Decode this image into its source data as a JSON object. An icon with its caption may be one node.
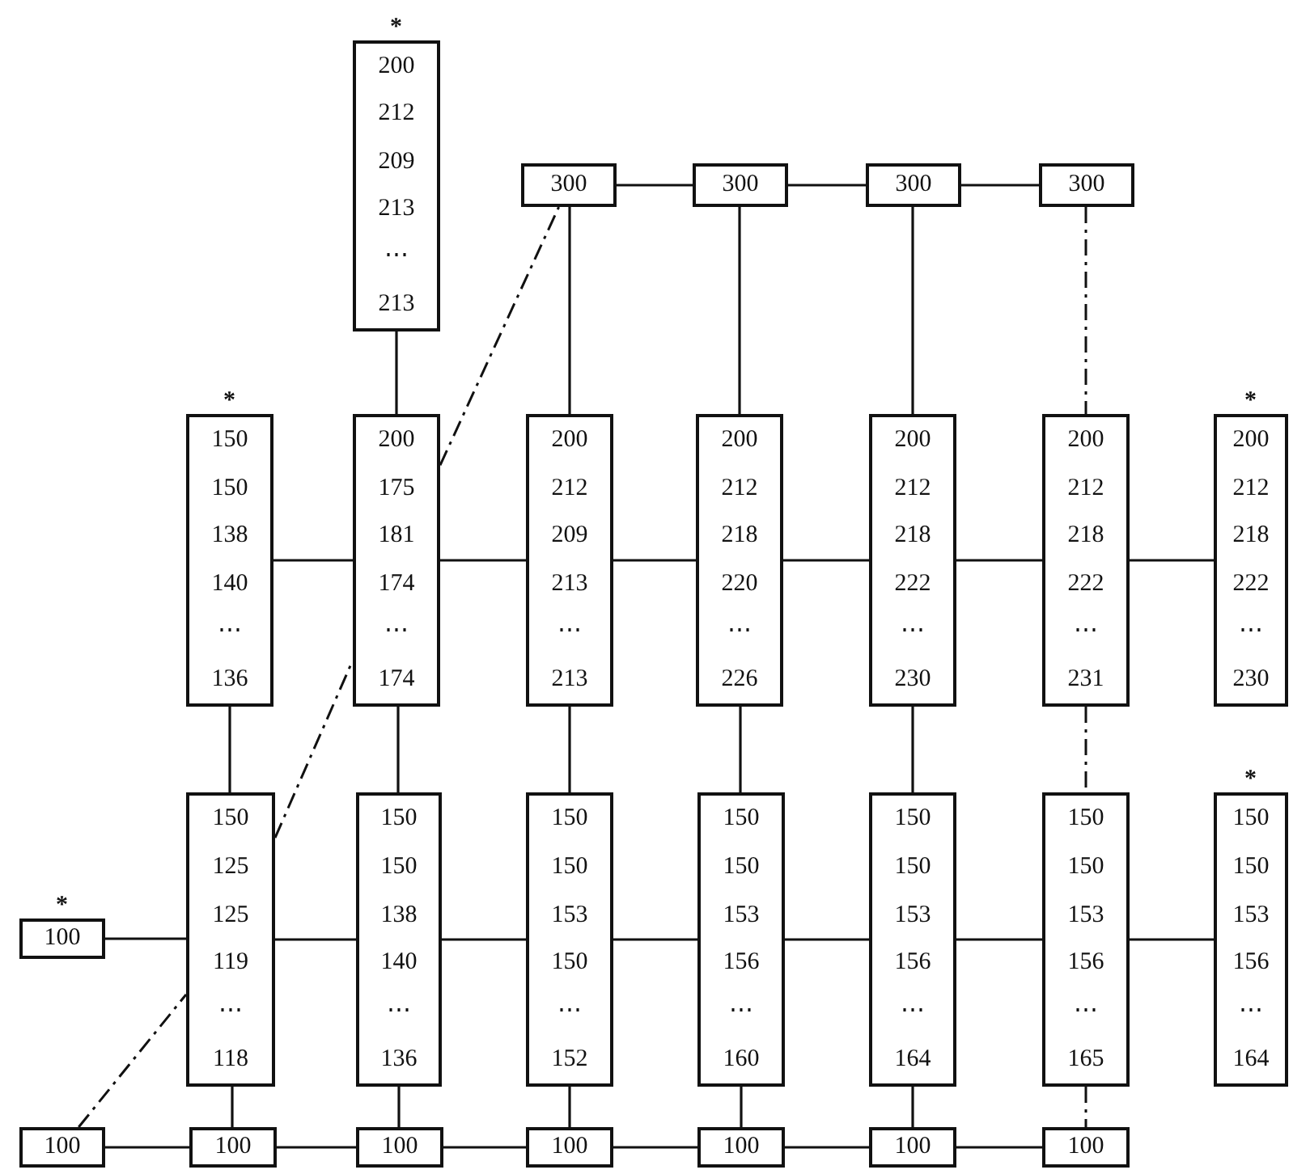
{
  "diagram": {
    "nodes": [
      {
        "text": [
          "200",
          "212",
          "209",
          "213",
          "⋯",
          "213"
        ],
        "beside": [
          "*"
        ]
      },
      {
        "text": [
          "300"
        ]
      },
      {
        "text": [
          "300"
        ]
      },
      {
        "text": [
          "300"
        ]
      },
      {
        "text": [
          "300"
        ]
      },
      {
        "text": [
          "150",
          "150",
          "138",
          "140",
          "⋯",
          "136"
        ],
        "beside": [
          "*"
        ]
      },
      {
        "text": [
          "200",
          "175",
          "181",
          "174",
          "⋯",
          "174"
        ]
      },
      {
        "text": [
          "200",
          "212",
          "209",
          "213",
          "⋯",
          "213"
        ]
      },
      {
        "text": [
          "200",
          "212",
          "218",
          "220",
          "⋯",
          "226"
        ]
      },
      {
        "text": [
          "200",
          "212",
          "218",
          "222",
          "⋯",
          "230"
        ]
      },
      {
        "text": [
          "200",
          "212",
          "218",
          "222",
          "⋯",
          "231"
        ]
      },
      {
        "text": [
          "200",
          "212",
          "218",
          "222",
          "⋯",
          "230"
        ],
        "beside": [
          "*"
        ]
      },
      {
        "text": [
          "150",
          "125",
          "125",
          "119",
          "⋯",
          "118"
        ]
      },
      {
        "text": [
          "150",
          "150",
          "138",
          "140",
          "⋯",
          "136"
        ]
      },
      {
        "text": [
          "150",
          "150",
          "153",
          "150",
          "⋯",
          "152"
        ]
      },
      {
        "text": [
          "150",
          "150",
          "153",
          "156",
          "⋯",
          "160"
        ]
      },
      {
        "text": [
          "150",
          "150",
          "153",
          "156",
          "⋯",
          "164"
        ]
      },
      {
        "text": [
          "150",
          "150",
          "153",
          "156",
          "⋯",
          "165"
        ]
      },
      {
        "text": [
          "150",
          "150",
          "153",
          "156",
          "⋯",
          "164"
        ],
        "beside": [
          "*"
        ]
      },
      {
        "text": [
          "100"
        ],
        "beside": [
          "*"
        ]
      },
      {
        "text": [
          "100"
        ]
      },
      {
        "text": [
          "100"
        ]
      },
      {
        "text": [
          "100"
        ]
      },
      {
        "text": [
          "100"
        ]
      },
      {
        "text": [
          "100"
        ]
      },
      {
        "text": [
          "100"
        ]
      },
      {
        "text": [
          "100"
        ]
      }
    ],
    "edges": [
      {
        "from": 0,
        "to": 6,
        "arrow": "none"
      },
      {
        "from": 1,
        "to": 2,
        "arrow": "none"
      },
      {
        "from": 2,
        "to": 3,
        "arrow": "none"
      },
      {
        "from": 3,
        "to": 4,
        "arrow": "none"
      },
      {
        "from": 6,
        "to": 1,
        "arrow": "none",
        "style": "dashed"
      },
      {
        "from": 1,
        "to": 7,
        "arrow": "none"
      },
      {
        "from": 2,
        "to": 8,
        "arrow": "none"
      },
      {
        "from": 3,
        "to": 9,
        "arrow": "none"
      },
      {
        "from": 4,
        "to": 10,
        "arrow": "none",
        "style": "dashed"
      },
      {
        "from": 5,
        "to": 6,
        "arrow": "none"
      },
      {
        "from": 6,
        "to": 7,
        "arrow": "none"
      },
      {
        "from": 7,
        "to": 8,
        "arrow": "none"
      },
      {
        "from": 8,
        "to": 9,
        "arrow": "none"
      },
      {
        "from": 9,
        "to": 10,
        "arrow": "none"
      },
      {
        "from": 10,
        "to": 11,
        "arrow": "none"
      },
      {
        "from": 5,
        "to": 12,
        "arrow": "none"
      },
      {
        "from": 6,
        "to": 13,
        "arrow": "none"
      },
      {
        "from": 7,
        "to": 14,
        "arrow": "none"
      },
      {
        "from": 8,
        "to": 15,
        "arrow": "none"
      },
      {
        "from": 9,
        "to": 16,
        "arrow": "none"
      },
      {
        "from": 10,
        "to": 17,
        "arrow": "none",
        "style": "dashed"
      },
      {
        "from": 12,
        "to": 6,
        "arrow": "none",
        "style": "dashed"
      },
      {
        "from": 19,
        "to": 12,
        "arrow": "none"
      },
      {
        "from": 12,
        "to": 13,
        "arrow": "none"
      },
      {
        "from": 13,
        "to": 14,
        "arrow": "none"
      },
      {
        "from": 14,
        "to": 15,
        "arrow": "none"
      },
      {
        "from": 15,
        "to": 16,
        "arrow": "none"
      },
      {
        "from": 16,
        "to": 17,
        "arrow": "none"
      },
      {
        "from": 17,
        "to": 18,
        "arrow": "none"
      },
      {
        "from": 20,
        "to": 12,
        "arrow": "none",
        "style": "dashed"
      },
      {
        "from": 12,
        "to": 21,
        "arrow": "none"
      },
      {
        "from": 13,
        "to": 22,
        "arrow": "none"
      },
      {
        "from": 14,
        "to": 23,
        "arrow": "none"
      },
      {
        "from": 15,
        "to": 24,
        "arrow": "none"
      },
      {
        "from": 16,
        "to": 25,
        "arrow": "none"
      },
      {
        "from": 17,
        "to": 26,
        "arrow": "none",
        "style": "dashed"
      },
      {
        "from": 20,
        "to": 21,
        "arrow": "none"
      },
      {
        "from": 21,
        "to": 22,
        "arrow": "none"
      },
      {
        "from": 22,
        "to": 23,
        "arrow": "none"
      },
      {
        "from": 23,
        "to": 24,
        "arrow": "none"
      },
      {
        "from": 24,
        "to": 25,
        "arrow": "none"
      },
      {
        "from": 25,
        "to": 26,
        "arrow": "none"
      }
    ]
  }
}
